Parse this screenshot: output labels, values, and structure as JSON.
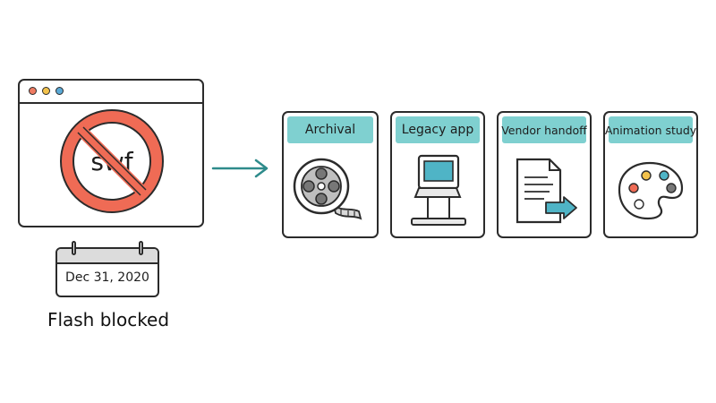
{
  "left": {
    "badge_text": "swf",
    "calendar_date": "Dec 31, 2020",
    "caption": "Flash blocked"
  },
  "use_cases": [
    {
      "label": "Archival",
      "icon": "film-reel-icon"
    },
    {
      "label": "Legacy app",
      "icon": "kiosk-terminal-icon"
    },
    {
      "label": "Vendor handoff",
      "icon": "document-arrow-icon"
    },
    {
      "label": "Animation study",
      "icon": "paint-palette-icon"
    }
  ],
  "colors": {
    "accent_teal": "#7fd0d0",
    "arrow_teal": "#2e8b8b",
    "ban_red": "#ef6b55",
    "outline": "#2b2b2b"
  }
}
